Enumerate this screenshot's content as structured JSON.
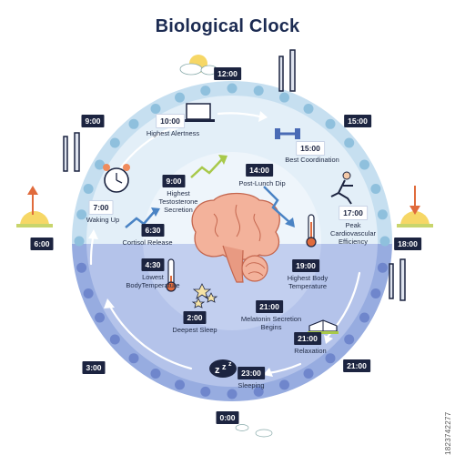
{
  "title": "Biological Clock",
  "ring_hours": [
    {
      "key": "h1200",
      "text": "12:00"
    },
    {
      "key": "h1500",
      "text": "15:00"
    },
    {
      "key": "h1800",
      "text": "18:00"
    },
    {
      "key": "h2100",
      "text": "21:00"
    },
    {
      "key": "h0000",
      "text": "0:00"
    },
    {
      "key": "h0300",
      "text": "3:00"
    },
    {
      "key": "h0600",
      "text": "6:00"
    },
    {
      "key": "h0900",
      "text": "9:00"
    }
  ],
  "events": [
    {
      "key": "e1000",
      "time": "10:00",
      "label": "Highest Alertness"
    },
    {
      "key": "e1500",
      "time": "15:00",
      "label": "Best Coordination"
    },
    {
      "key": "e1400",
      "time": "14:00",
      "label": "Post-Lunch Dip"
    },
    {
      "key": "e1700",
      "time": "17:00",
      "label": "Peak Cardiovascular Efficiency"
    },
    {
      "key": "e1900",
      "time": "19:00",
      "label": "Highest Body Temperature"
    },
    {
      "key": "e2100a",
      "time": "21:00",
      "label": "Melatonin Secretion Begins"
    },
    {
      "key": "e2100b",
      "time": "21:00",
      "label": "Relaxation"
    },
    {
      "key": "e2300",
      "time": "23:00",
      "label": "Sleeping"
    },
    {
      "key": "e0200",
      "time": "2:00",
      "label": "Deepest Sleep"
    },
    {
      "key": "e0430",
      "time": "4:30",
      "label": "Lowest BodyTemperature"
    },
    {
      "key": "e0630",
      "time": "6:30",
      "label": "Cortisol Release"
    },
    {
      "key": "e0700",
      "time": "7:00",
      "label": "Waking Up"
    },
    {
      "key": "e0900",
      "time": "9:00",
      "label": "Highest Testosterone Secretion"
    }
  ],
  "icons": [
    "sun-cloud-icon",
    "fork-knife-icon",
    "alarm-clock-icon",
    "laptop-icon",
    "dumbbell-icon",
    "runner-icon",
    "thermometer-icon",
    "book-icon",
    "sleep-zzz-icon",
    "moon-icon",
    "stars-icon",
    "brain-icon",
    "sunrise-icon",
    "sunset-icon",
    "trend-arrow-icon"
  ],
  "colors": {
    "day": "#dbe9f4",
    "night": "#a9b9e4",
    "ring_day": "#b9d6e6",
    "ring_night": "#8ea3d8",
    "label_box": "#1c2440",
    "dot": "#8fc0dd",
    "dot_night": "#6f86cc",
    "brain": "#f2a98f",
    "accent_green": "#a8c94a",
    "accent_blue": "#4a83c4"
  },
  "watermark": "1823742277"
}
